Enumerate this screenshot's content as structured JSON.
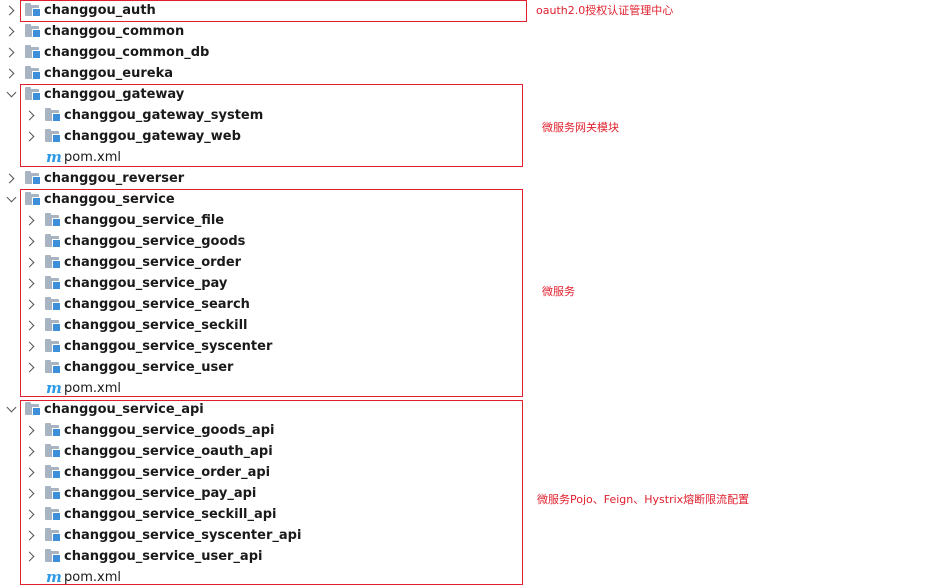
{
  "tree": {
    "items": [
      {
        "label": "changgou_auth",
        "expanded": false,
        "depth": 0
      },
      {
        "label": "changgou_common",
        "expanded": false,
        "depth": 0
      },
      {
        "label": "changgou_common_db",
        "expanded": false,
        "depth": 0
      },
      {
        "label": "changgou_eureka",
        "expanded": false,
        "depth": 0
      },
      {
        "label": "changgou_gateway",
        "expanded": true,
        "depth": 0
      },
      {
        "label": "changgou_gateway_system",
        "expanded": false,
        "depth": 1
      },
      {
        "label": "changgou_gateway_web",
        "expanded": false,
        "depth": 1
      },
      {
        "label": "pom.xml",
        "type": "file",
        "depth": 1
      },
      {
        "label": "changgou_reverser",
        "expanded": false,
        "depth": 0
      },
      {
        "label": "changgou_service",
        "expanded": true,
        "depth": 0
      },
      {
        "label": "changgou_service_file",
        "expanded": false,
        "depth": 1
      },
      {
        "label": "changgou_service_goods",
        "expanded": false,
        "depth": 1
      },
      {
        "label": "changgou_service_order",
        "expanded": false,
        "depth": 1
      },
      {
        "label": "changgou_service_pay",
        "expanded": false,
        "depth": 1
      },
      {
        "label": "changgou_service_search",
        "expanded": false,
        "depth": 1
      },
      {
        "label": "changgou_service_seckill",
        "expanded": false,
        "depth": 1
      },
      {
        "label": "changgou_service_syscenter",
        "expanded": false,
        "depth": 1
      },
      {
        "label": "changgou_service_user",
        "expanded": false,
        "depth": 1
      },
      {
        "label": "pom.xml",
        "type": "file",
        "depth": 1
      },
      {
        "label": "changgou_service_api",
        "expanded": true,
        "depth": 0
      },
      {
        "label": "changgou_service_goods_api",
        "expanded": false,
        "depth": 1
      },
      {
        "label": "changgou_service_oauth_api",
        "expanded": false,
        "depth": 1
      },
      {
        "label": "changgou_service_order_api",
        "expanded": false,
        "depth": 1
      },
      {
        "label": "changgou_service_pay_api",
        "expanded": false,
        "depth": 1
      },
      {
        "label": "changgou_service_seckill_api",
        "expanded": false,
        "depth": 1
      },
      {
        "label": "changgou_service_syscenter_api",
        "expanded": false,
        "depth": 1
      },
      {
        "label": "changgou_service_user_api",
        "expanded": false,
        "depth": 1
      },
      {
        "label": "pom.xml",
        "type": "file",
        "depth": 1
      }
    ],
    "file_icon_glyph": "m"
  },
  "annotations": [
    {
      "text": "oauth2.0授权认证管理中心"
    },
    {
      "text": "微服务网关模块"
    },
    {
      "text": "微服务"
    },
    {
      "text": "微服务Pojo、Feign、Hystrix熔断限流配置"
    }
  ],
  "colors": {
    "annotation_red": "#e0202e",
    "folder_gray": "#a9b4c2",
    "module_blue": "#3d8fd9",
    "maven_blue": "#2f9be6"
  },
  "icons": {
    "folder": "module-folder-icon",
    "file": "maven-pom-icon",
    "collapsed": "chevron-right-icon",
    "expanded": "chevron-down-icon"
  }
}
